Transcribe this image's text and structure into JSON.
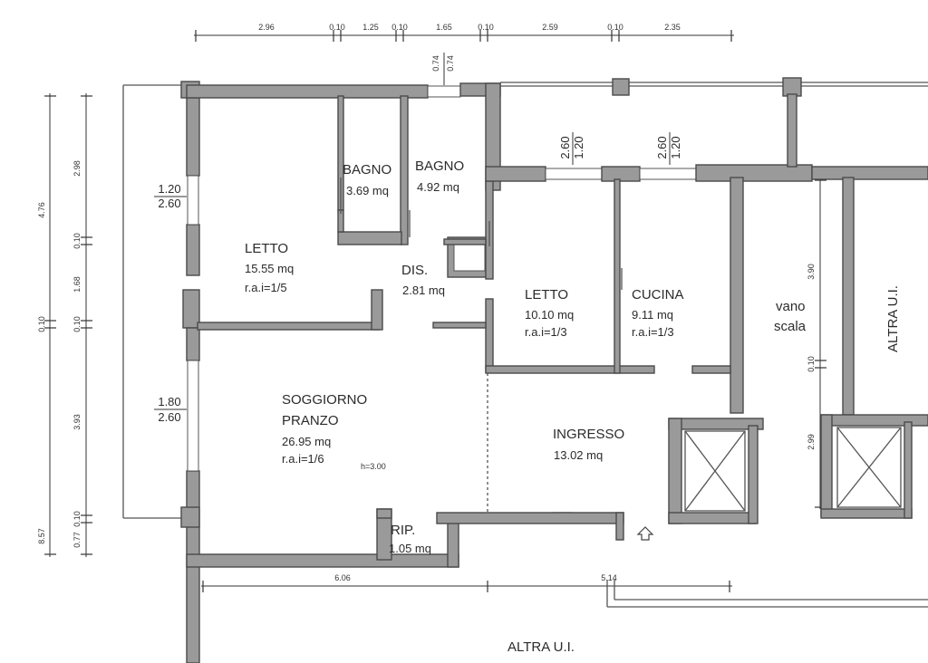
{
  "rooms": {
    "bagno1": {
      "name": "BAGNO",
      "area": "3.69 mq"
    },
    "bagno2": {
      "name": "BAGNO",
      "area": "4.92 mq"
    },
    "letto1": {
      "name": "LETTO",
      "area": "15.55 mq",
      "rai": "r.a.i=1/5"
    },
    "dis": {
      "name": "DIS.",
      "area": "2.81 mq"
    },
    "letto2": {
      "name": "LETTO",
      "area": "10.10 mq",
      "rai": "r.a.i=1/3"
    },
    "cucina": {
      "name": "CUCINA",
      "area": "9.11 mq",
      "rai": "r.a.i=1/3"
    },
    "vano": {
      "name1": "vano",
      "name2": "scala"
    },
    "altra_right": {
      "name": "ALTRA U.I."
    },
    "soggiorno": {
      "name1": "SOGGIORNO",
      "name2": "PRANZO",
      "area": "26.95 mq",
      "rai": "r.a.i=1/6"
    },
    "height": "h=3.00",
    "ingresso": {
      "name": "INGRESSO",
      "area": "13.02 mq"
    },
    "rip": {
      "name": "RIP.",
      "area": "1.05 mq"
    },
    "altra_bottom": {
      "name": "ALTRA U.I."
    }
  },
  "windows": {
    "w_left_top": {
      "width": "1.20",
      "height": "2.60"
    },
    "w_left_bottom": {
      "width": "1.80",
      "height": "2.60"
    },
    "w_letto2": {
      "width": "1.20",
      "height": "2.60"
    },
    "w_cucina": {
      "width": "1.20",
      "height": "2.60"
    },
    "w_top_a": "0.74",
    "w_top_b": "0.74"
  },
  "dimensions": {
    "top": [
      "2.96",
      "0.10",
      "1.25",
      "0.10",
      "1.65",
      "0.10",
      "2.59",
      "0.10",
      "2.35"
    ],
    "left_outer": [
      "4.76",
      "0.10",
      "8.57"
    ],
    "left_inner": [
      "2.98",
      "0.10",
      "1.68",
      "0.10",
      "3.93",
      "0.10",
      "0.77"
    ],
    "bottom": [
      "6.06",
      "5.14"
    ],
    "stair": [
      "3.90",
      "0.10",
      "2.99"
    ]
  }
}
